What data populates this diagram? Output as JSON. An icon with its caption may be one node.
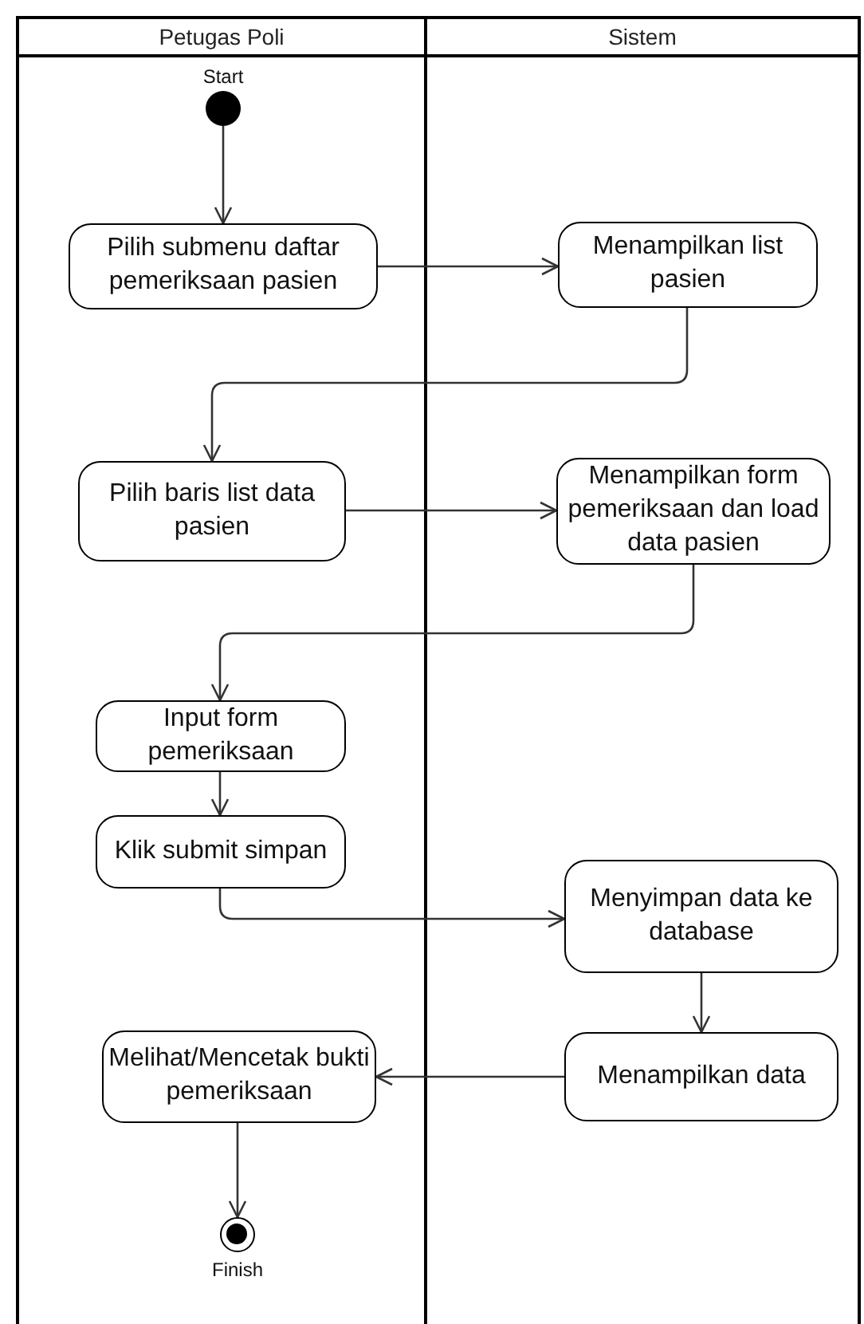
{
  "diagram": {
    "nodes": [
      {
        "text": [
          "Petugas Poli"
        ]
      },
      {
        "text": [
          "Sistem"
        ]
      },
      {
        "text": [],
        "shape": "circle",
        "beside": [
          "Start"
        ],
        "in": 0
      },
      {
        "text": [
          "Pilih submenu daftar pemeriksaan pasien"
        ],
        "in": 0
      },
      {
        "text": [
          "Menampilkan list pasien"
        ],
        "in": 1
      },
      {
        "text": [
          "Pilih baris list data pasien"
        ],
        "in": 0
      },
      {
        "text": [
          "Menampilkan form pemeriksaan dan load data pasien"
        ],
        "in": 1
      },
      {
        "text": [
          "Input form pemeriksaan"
        ],
        "in": 0
      },
      {
        "text": [
          "Klik submit simpan"
        ],
        "in": 0
      },
      {
        "text": [
          "Menyimpan data ke database"
        ],
        "in": 1
      },
      {
        "text": [
          "Menampilkan data"
        ],
        "in": 1
      },
      {
        "text": [
          "Melihat/Mencetak bukti pemeriksaan"
        ],
        "in": 0
      },
      {
        "text": [],
        "shape": "bullseye",
        "beside": [
          "Finish"
        ],
        "in": 0
      }
    ],
    "edges": [
      {
        "from": 2,
        "to": 3,
        "arrow": "to"
      },
      {
        "from": 3,
        "to": 4,
        "arrow": "to"
      },
      {
        "from": 4,
        "to": 5,
        "arrow": "to"
      },
      {
        "from": 5,
        "to": 6,
        "arrow": "to"
      },
      {
        "from": 6,
        "to": 7,
        "arrow": "to"
      },
      {
        "from": 7,
        "to": 8,
        "arrow": "to"
      },
      {
        "from": 8,
        "to": 9,
        "arrow": "to"
      },
      {
        "from": 9,
        "to": 10,
        "arrow": "to"
      },
      {
        "from": 10,
        "to": 11,
        "arrow": "to"
      },
      {
        "from": 11,
        "to": 12,
        "arrow": "to"
      }
    ]
  }
}
